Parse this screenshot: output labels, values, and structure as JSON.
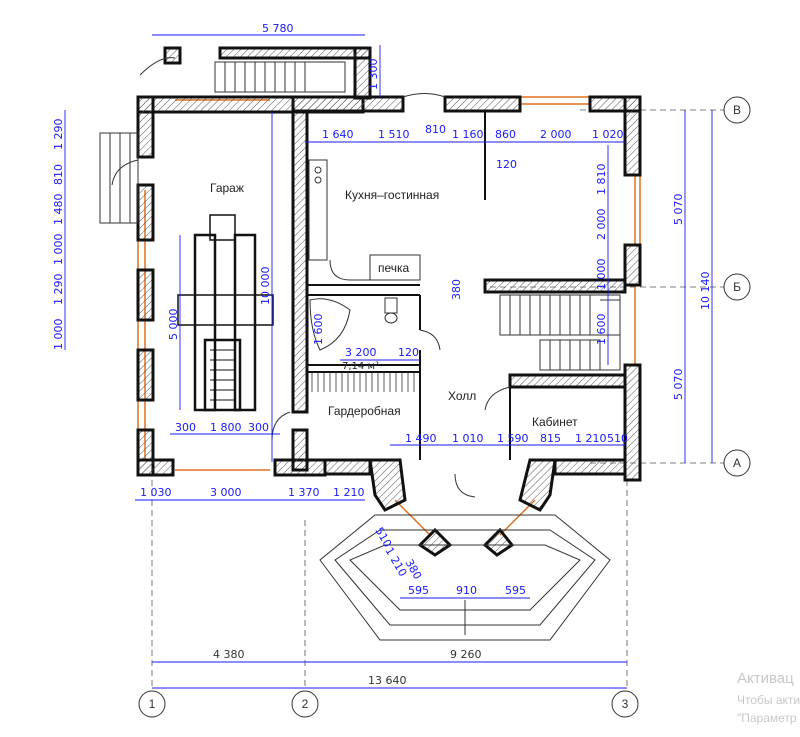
{
  "rooms": {
    "garage": "Гараж",
    "kitchen": "Кухня–гостинная",
    "stove": "печка",
    "wardrobe": "Гардеробная",
    "hall": "Холл",
    "study": "Кабинет",
    "bath_area": "7,14 м²"
  },
  "axes": {
    "a": "А",
    "b": "Б",
    "v": "В",
    "n1": "1",
    "n2": "2",
    "n3": "3"
  },
  "dims": {
    "top_total": "5 780",
    "top_1300": "1 300",
    "k_1640": "1 640",
    "k_1510": "1 510",
    "k_810": "810",
    "k_1160": "1 160",
    "k_860": "860",
    "k_2000": "2 000",
    "k_1020": "1 020",
    "k_120": "120",
    "left_1290a": "1 290",
    "left_810": "810",
    "left_1480": "1 480",
    "left_1000a": "1 000",
    "left_1290b": "1 290",
    "left_1000b": "1 000",
    "garage_5000": "5 000",
    "garage_10000": "10 000",
    "g_300a": "300",
    "g_1800": "1 800",
    "g_300b": "300",
    "r_1810": "1 810",
    "r_2000": "2 000",
    "r_1000": "1 000",
    "r_1600": "1 600",
    "r_5070a": "5 070",
    "r_5070b": "5 070",
    "r_10140": "10 140",
    "st_380": "380",
    "bath_1600": "1 600",
    "b_3200": "3 200",
    "b_120": "120",
    "h_1490": "1 490",
    "h_1010": "1 010",
    "h_1590": "1 590",
    "h_815": "815",
    "h_1210": "1 210",
    "h_510": "510",
    "bot_1030": "1 030",
    "bot_3000": "3 000",
    "bot_1370": "1 370",
    "bot_1210": "1 210",
    "p_510": "510",
    "p_1210": "1 210",
    "p_380": "380",
    "p_595a": "595",
    "p_910": "910",
    "p_595b": "595",
    "tot_4380": "4 380",
    "tot_9260": "9 260",
    "tot_13640": "13 640"
  },
  "watermark": {
    "line1": "Активац",
    "line2": "Чтобы акти",
    "line3": "\"Параметр"
  },
  "colors": {
    "wall": "#111111",
    "dim": "#1a1aff",
    "window": "#e07020",
    "hatch": "#666666"
  }
}
